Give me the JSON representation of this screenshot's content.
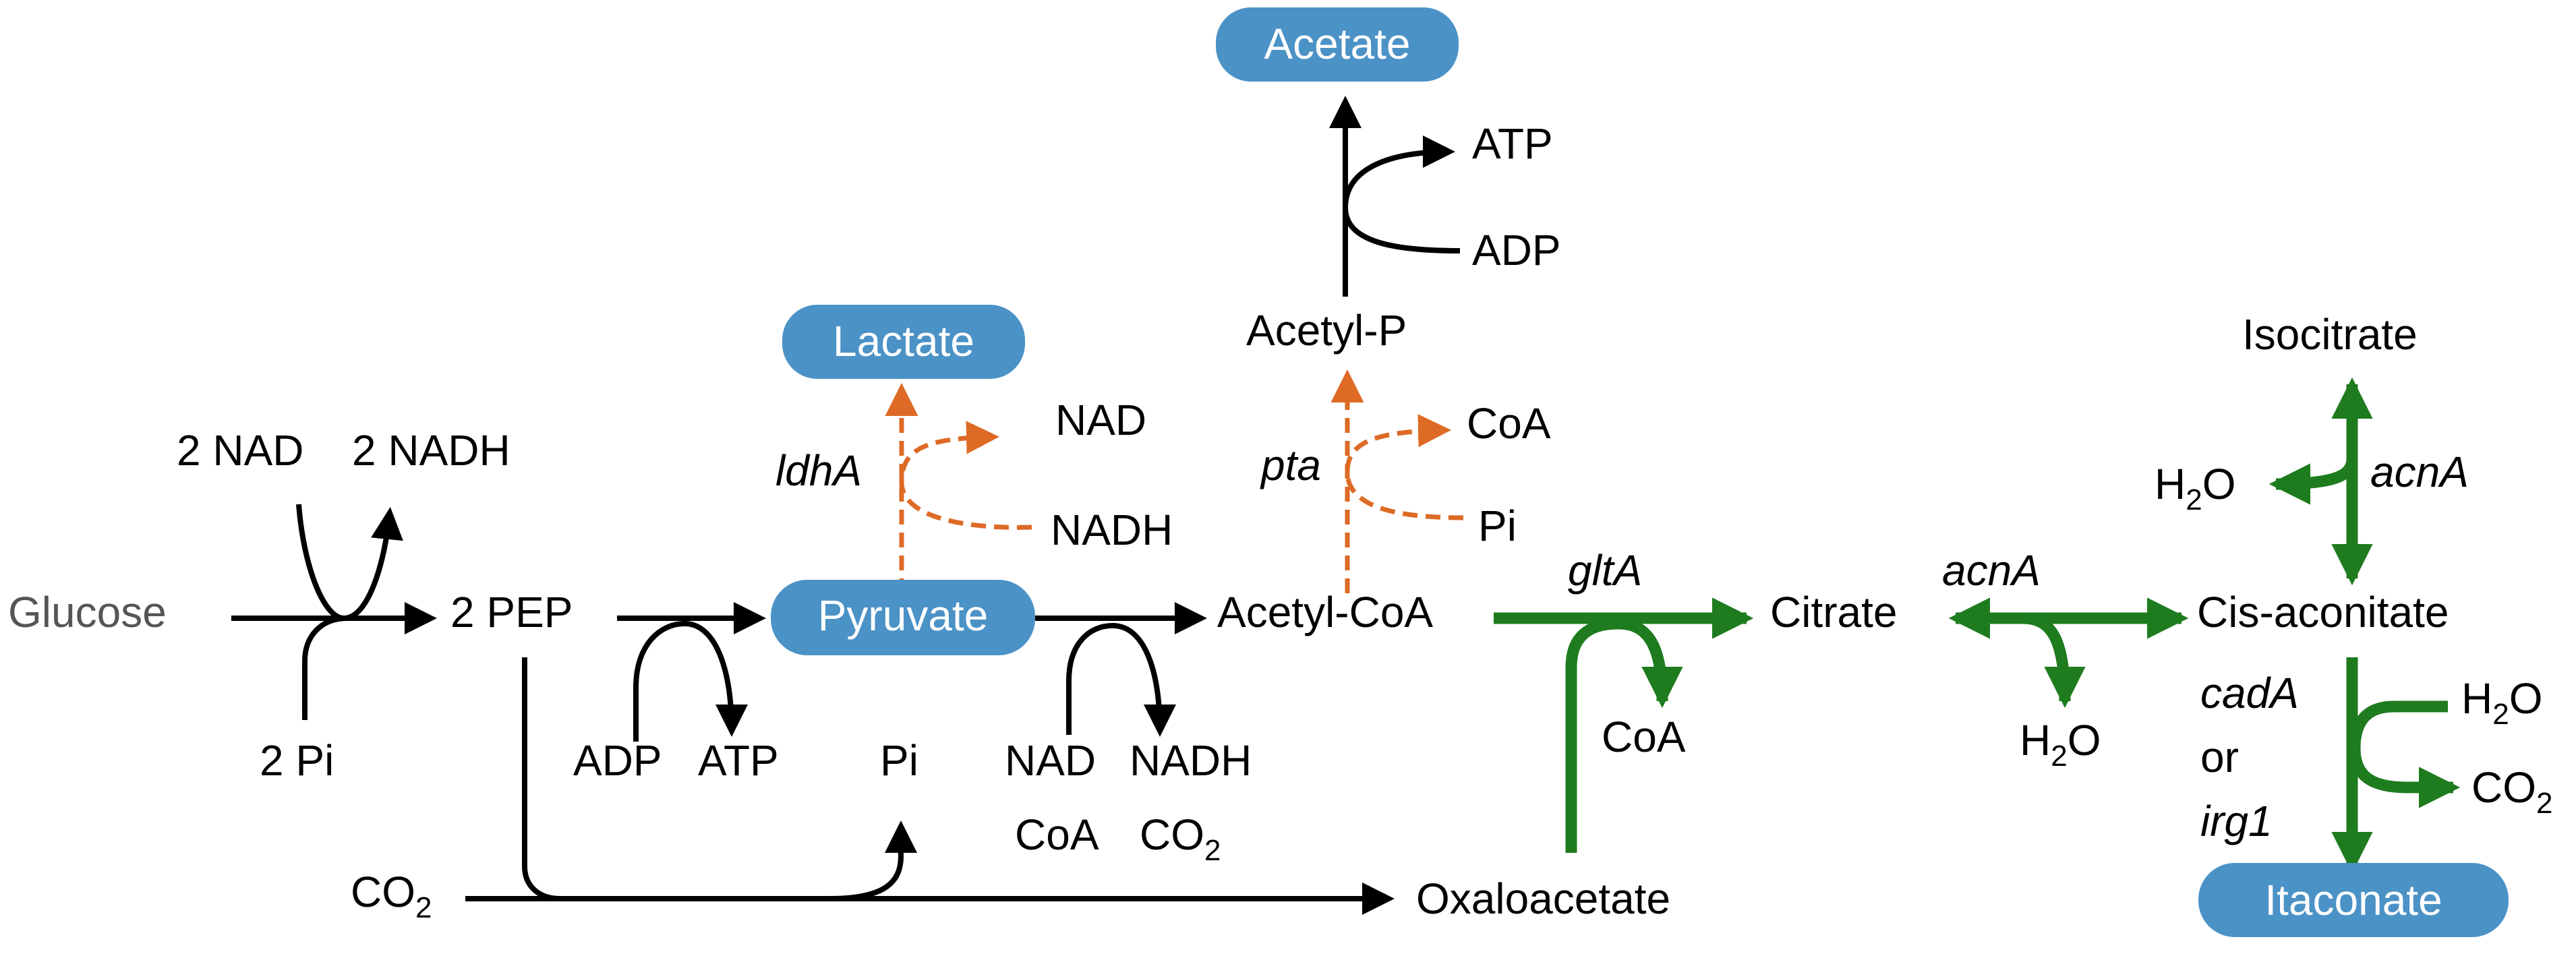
{
  "colors": {
    "pill": "#4b92c6",
    "black_arrow": "#000000",
    "green_arrow": "#1e7b1e",
    "orange_dashed_arrow": "#dd6a25",
    "glucose_text": "#555555"
  },
  "products": {
    "acetate": "Acetate",
    "lactate": "Lactate",
    "pyruvate": "Pyruvate",
    "itaconate": "Itaconate"
  },
  "metabolites": {
    "glucose": "Glucose",
    "two_pep": "2 PEP",
    "acetyl_coa": "Acetyl-CoA",
    "citrate": "Citrate",
    "cis_aconitate": "Cis-aconitate",
    "isocitrate": "Isocitrate",
    "oxaloacetate": "Oxaloacetate",
    "acetyl_p": "Acetyl-P"
  },
  "cofactors": {
    "two_nad": "2 NAD",
    "two_nadh": "2 NADH",
    "two_pi": "2 Pi",
    "adp_glyc": "ADP",
    "atp_glyc": "ATP",
    "pi_ppc": "Pi",
    "nad_pdh": "NAD",
    "nadh_pdh": "NADH",
    "coa_pdh": "CoA",
    "co2_pdh_main": "CO",
    "co2_pdh_sub": "2",
    "nad_ldh": "NAD",
    "nadh_ldh": "NADH",
    "coa_pta": "CoA",
    "pi_pta": "Pi",
    "atp_ack": "ATP",
    "adp_ack": "ADP",
    "coa_glta": "CoA",
    "h2o_acn1_main": "H",
    "h2o_acn1_sub": "2",
    "h2o_acn1_end": "O",
    "h2o_acn2_main": "H",
    "h2o_acn2_sub": "2",
    "h2o_acn2_end": "O",
    "h2o_cad_main": "H",
    "h2o_cad_sub": "2",
    "h2o_cad_end": "O",
    "co2_cad_main": "CO",
    "co2_cad_sub": "2",
    "co2_ppc_main": "CO",
    "co2_ppc_sub": "2"
  },
  "enzymes": {
    "ldhA": "ldhA",
    "pta": "pta",
    "gltA": "gltA",
    "acnA_1": "acnA",
    "acnA_2": "acnA",
    "cadA": "cadA",
    "or": "or",
    "irg1": "irg1"
  }
}
